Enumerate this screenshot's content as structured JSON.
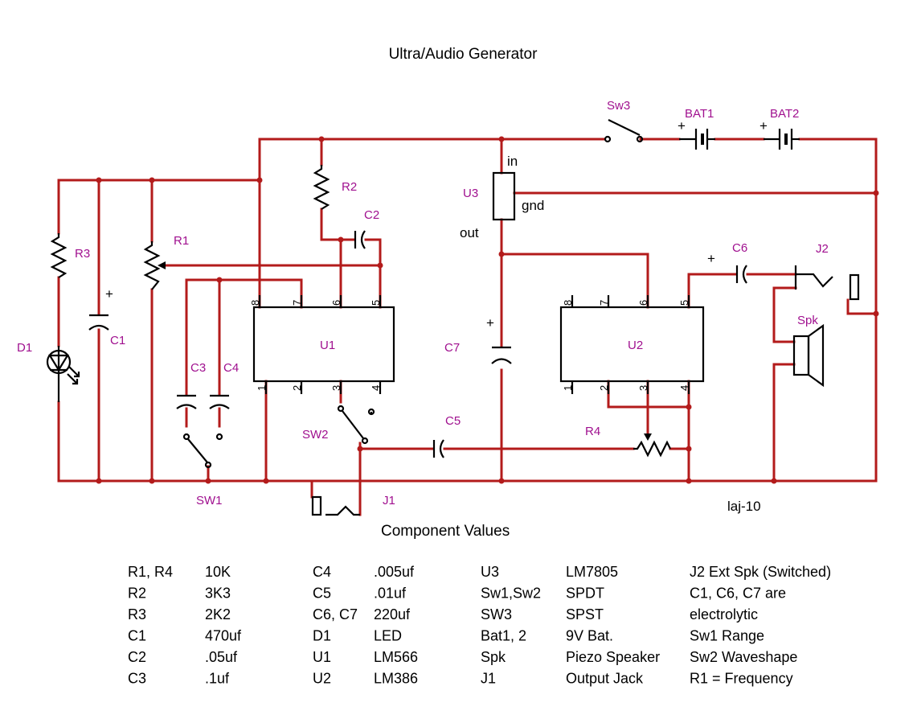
{
  "title": "Ultra/Audio Generator",
  "signature": "laj-10",
  "labels": {
    "r1": "R1",
    "r2": "R2",
    "r3": "R3",
    "r4": "R4",
    "c1": "C1",
    "c2": "C2",
    "c3": "C3",
    "c4": "C4",
    "c5": "C5",
    "c6": "C6",
    "c7": "C7",
    "d1": "D1",
    "u1": "U1",
    "u2": "U2",
    "u3": "U3",
    "sw1": "SW1",
    "sw2": "SW2",
    "sw3": "Sw3",
    "bat1": "BAT1",
    "bat2": "BAT2",
    "j1": "J1",
    "j2": "J2",
    "spk": "Spk",
    "u3_in": "in",
    "u3_gnd": "gnd",
    "u3_out": "out",
    "plus": "+"
  },
  "pins": [
    "1",
    "2",
    "3",
    "4",
    "5",
    "6",
    "7",
    "8"
  ],
  "values_heading": "Component Values",
  "values_table": [
    [
      "R1, R4",
      "10K",
      "C4",
      ".005uf",
      "U3",
      "LM7805",
      "J2  Ext Spk (Switched)"
    ],
    [
      "R2",
      "3K3",
      "C5",
      ".01uf",
      "Sw1,Sw2",
      "SPDT",
      "C1, C6, C7 are"
    ],
    [
      "R3",
      "2K2",
      "C6, C7",
      "220uf",
      "SW3",
      "SPST",
      "electrolytic"
    ],
    [
      "C1",
      "470uf",
      "D1",
      "LED",
      "Bat1, 2",
      "9V Bat.",
      "Sw1  Range"
    ],
    [
      "C2",
      ".05uf",
      "U1",
      "LM566",
      "Spk",
      "Piezo Speaker",
      "Sw2  Waveshape"
    ],
    [
      "C3",
      ".1uf",
      "U2",
      "LM386",
      "J1",
      "Output Jack",
      " R1 =  Frequency"
    ]
  ],
  "colors": {
    "wire": "#b31b1b",
    "label": "#a0108f",
    "component": "#000000"
  }
}
